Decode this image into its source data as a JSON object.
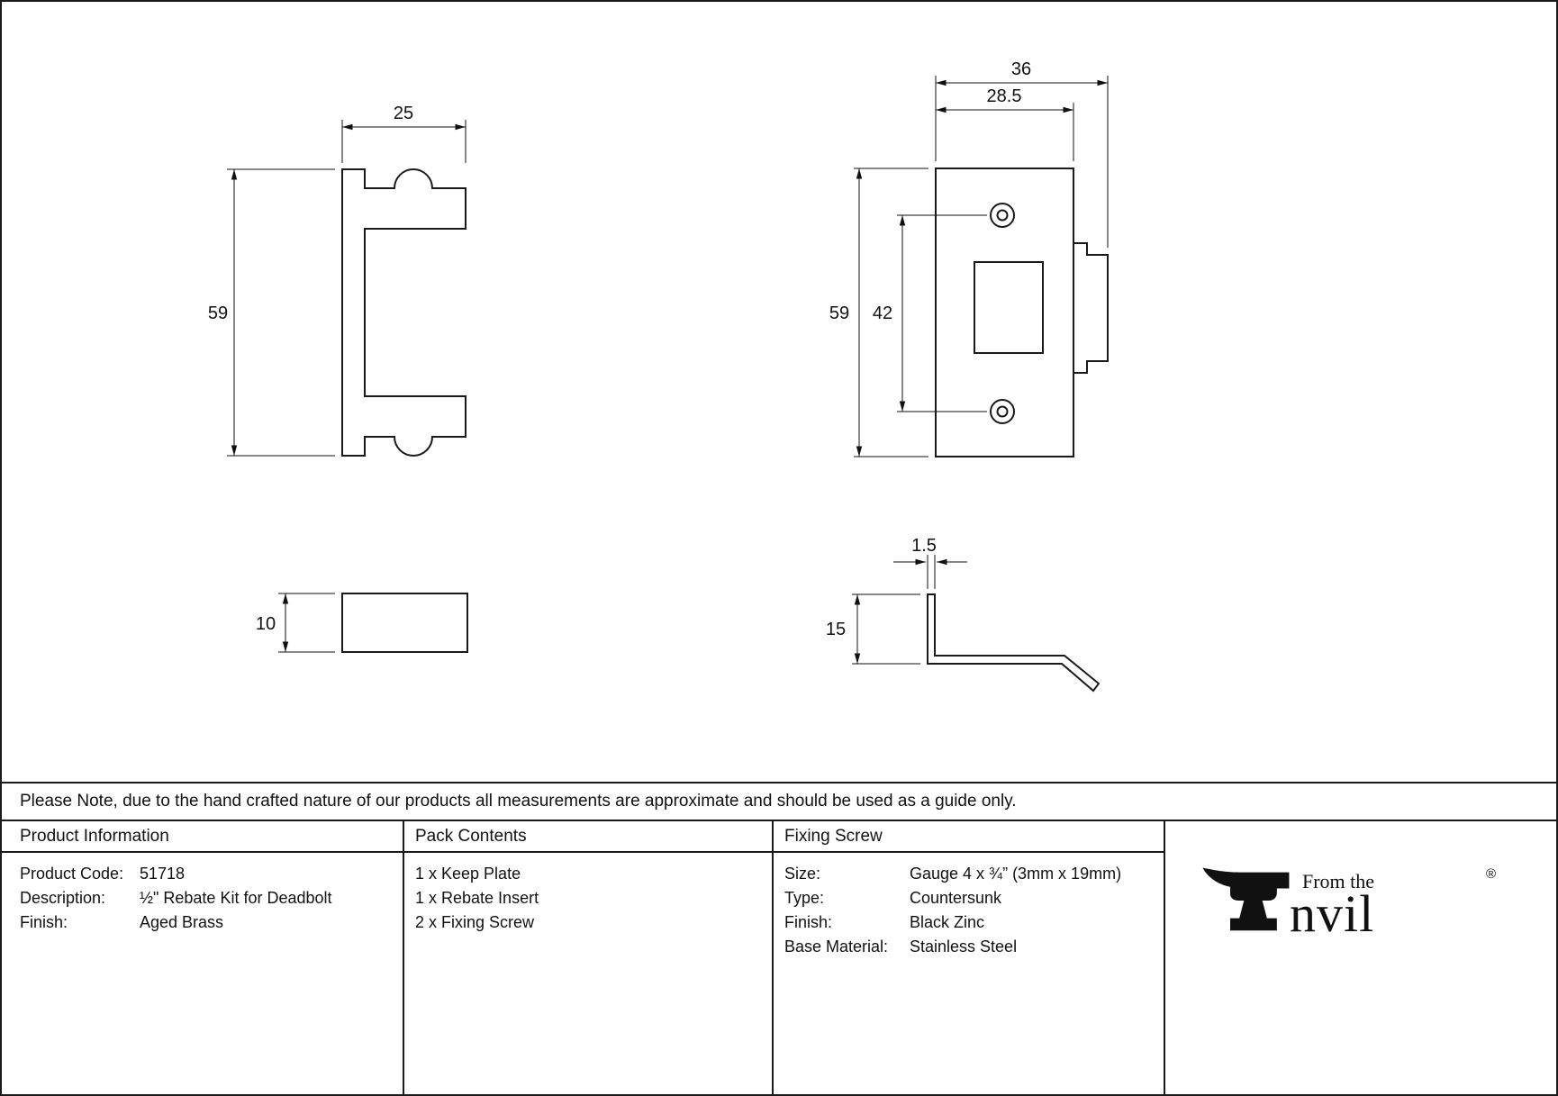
{
  "note": "Please Note, due to the hand crafted nature of our products all measurements are approximate and should be used as a guide only.",
  "table": {
    "product_information": {
      "header": "Product Information",
      "rows": [
        {
          "label": "Product Code:",
          "value": "51718"
        },
        {
          "label": "Description:",
          "value": "½\" Rebate Kit for Deadbolt"
        },
        {
          "label": "Finish:",
          "value": "Aged Brass"
        }
      ]
    },
    "pack_contents": {
      "header": "Pack Contents",
      "items": [
        "1 x Keep Plate",
        "1 x Rebate Insert",
        "2 x Fixing Screw"
      ]
    },
    "fixing_screw": {
      "header": "Fixing Screw",
      "rows": [
        {
          "label": "Size:",
          "value": "Gauge 4 x ¾” (3mm x 19mm)"
        },
        {
          "label": "Type:",
          "value": "Countersunk"
        },
        {
          "label": "Finish:",
          "value": "Black Zinc"
        },
        {
          "label": "Base Material:",
          "value": "Stainless Steel"
        }
      ]
    }
  },
  "logo": {
    "prefix": "From the",
    "name": "nvil",
    "registered": "®"
  },
  "drawings": {
    "insert_front": {
      "width": "25",
      "height": "59"
    },
    "insert_side": {
      "thickness": "10"
    },
    "keep_front": {
      "overall_width": "36",
      "plate_width": "28.5",
      "height": "59",
      "hole_spacing": "42"
    },
    "keep_side": {
      "lip_thickness": "1.5",
      "depth": "15"
    }
  }
}
